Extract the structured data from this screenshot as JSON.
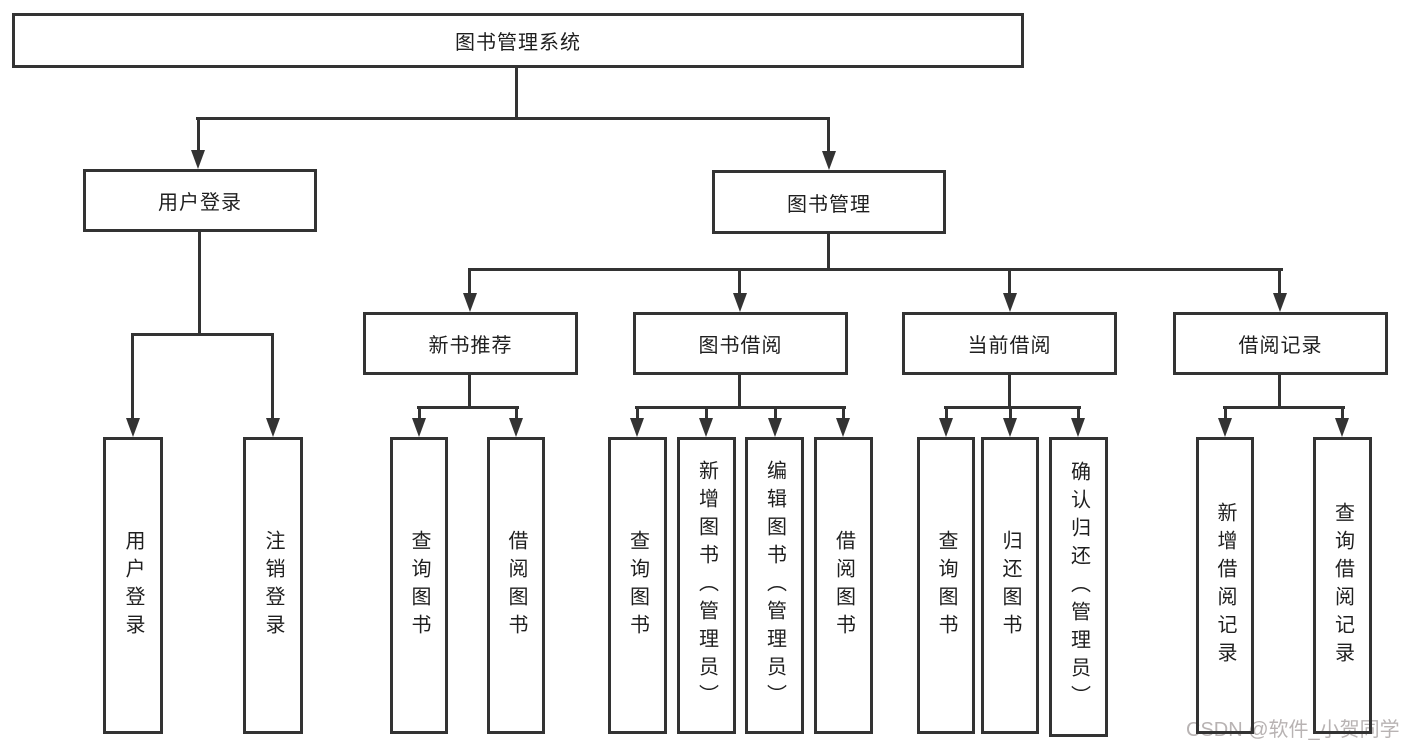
{
  "diagram_type": "hierarchy-tree",
  "tree": {
    "label": "图书管理系统",
    "children": [
      {
        "label": "用户登录",
        "children": [
          {
            "label": "用户登录"
          },
          {
            "label": "注销登录"
          }
        ]
      },
      {
        "label": "图书管理",
        "children": [
          {
            "label": "新书推荐",
            "children": [
              {
                "label": "查询图书"
              },
              {
                "label": "借阅图书"
              }
            ]
          },
          {
            "label": "图书借阅",
            "children": [
              {
                "label": "查询图书"
              },
              {
                "label": "新增图书（管理员）"
              },
              {
                "label": "编辑图书（管理员）"
              },
              {
                "label": "借阅图书"
              }
            ]
          },
          {
            "label": "当前借阅",
            "children": [
              {
                "label": "查询图书"
              },
              {
                "label": "归还图书"
              },
              {
                "label": "确认归还（管理员）"
              }
            ]
          },
          {
            "label": "借阅记录",
            "children": [
              {
                "label": "新增借阅记录"
              },
              {
                "label": "查询借阅记录"
              }
            ]
          }
        ]
      }
    ]
  },
  "watermark": {
    "text": "CSDN @软件_小贺同学"
  },
  "colors": {
    "line": "#333333",
    "text": "#1f1f1f",
    "watermark": "#b8b3b3",
    "background": "#ffffff"
  }
}
